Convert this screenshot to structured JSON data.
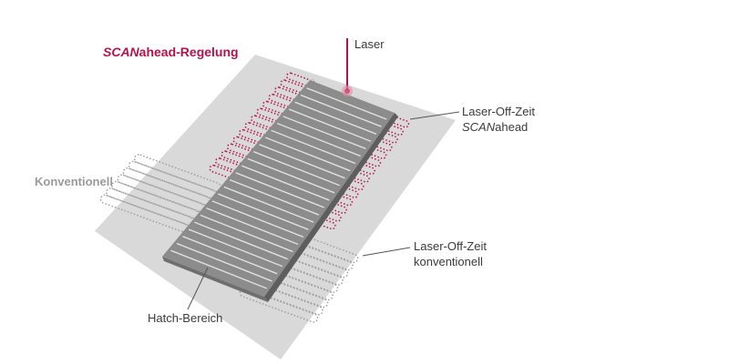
{
  "title": {
    "italic": "SCAN",
    "rest": "ahead-Regelung"
  },
  "labels": {
    "laser": "Laser",
    "conventional_side": "Konventionell",
    "off_scanahead_line1": "Laser-Off-Zeit",
    "off_scanahead_italic": "SCAN",
    "off_scanahead_rest": "ahead",
    "off_conv_line1": "Laser-Off-Zeit",
    "off_conv_line2": "konventionell",
    "hatch": "Hatch-Bereich"
  },
  "colors": {
    "accent": "#b5124a",
    "sheet": "#d9d9d9",
    "hatch_block": "#8c8c8c",
    "conventional_path": "#9e9e9e"
  }
}
